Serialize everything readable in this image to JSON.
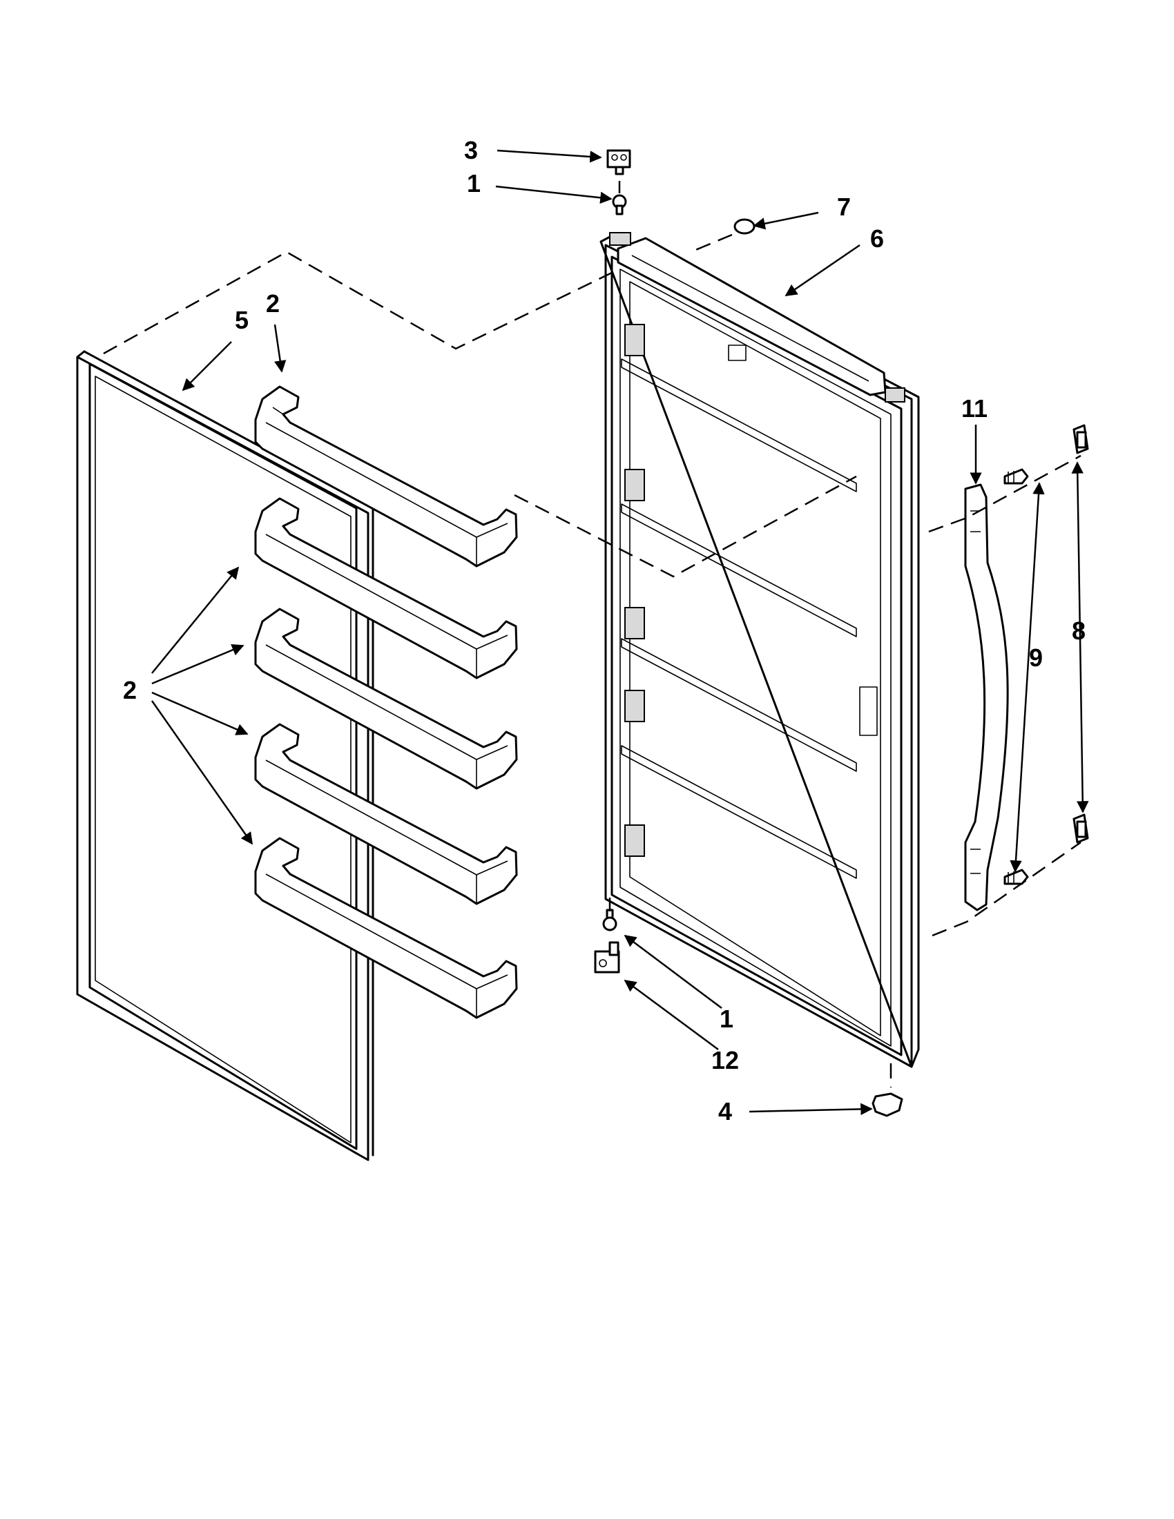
{
  "callouts": {
    "c1_top": "1",
    "c1_bottom": "1",
    "c2_top": "2",
    "c2_group": "2",
    "c3": "3",
    "c4": "4",
    "c5": "5",
    "c6": "6",
    "c7": "7",
    "c8": "8",
    "c9": "9",
    "c11": "11",
    "c12": "12"
  }
}
